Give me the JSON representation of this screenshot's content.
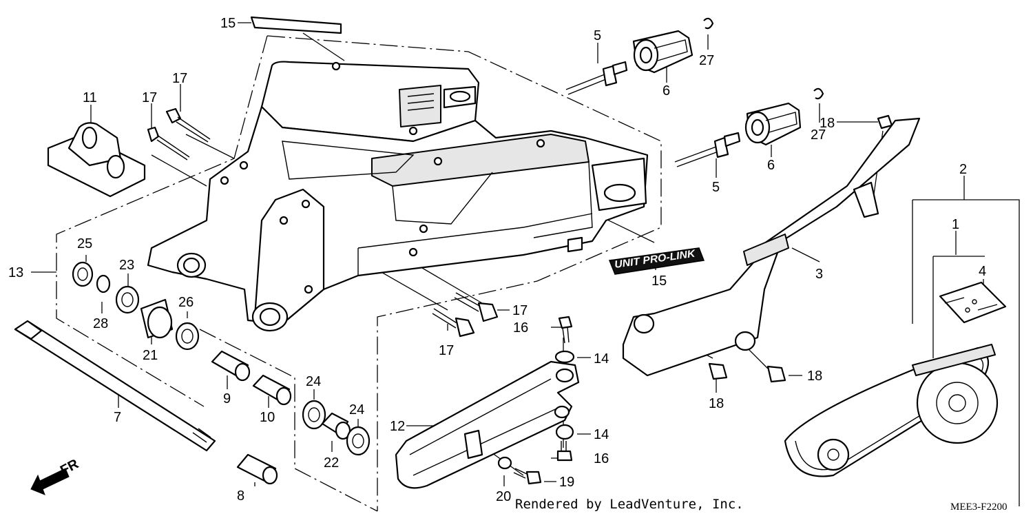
{
  "callouts": [
    {
      "id": "c1",
      "num": "1"
    },
    {
      "id": "c2",
      "num": "2"
    },
    {
      "id": "c3",
      "num": "3"
    },
    {
      "id": "c4",
      "num": "4"
    },
    {
      "id": "c5a",
      "num": "5"
    },
    {
      "id": "c5b",
      "num": "5"
    },
    {
      "id": "c6a",
      "num": "6"
    },
    {
      "id": "c6b",
      "num": "6"
    },
    {
      "id": "c7",
      "num": "7"
    },
    {
      "id": "c8",
      "num": "8"
    },
    {
      "id": "c9",
      "num": "9"
    },
    {
      "id": "c10",
      "num": "10"
    },
    {
      "id": "c11",
      "num": "11"
    },
    {
      "id": "c12",
      "num": "12"
    },
    {
      "id": "c13",
      "num": "13"
    },
    {
      "id": "c14a",
      "num": "14"
    },
    {
      "id": "c14b",
      "num": "14"
    },
    {
      "id": "c15a",
      "num": "15"
    },
    {
      "id": "c15b",
      "num": "15"
    },
    {
      "id": "c16a",
      "num": "16"
    },
    {
      "id": "c16b",
      "num": "16"
    },
    {
      "id": "c17a",
      "num": "17"
    },
    {
      "id": "c17b",
      "num": "17"
    },
    {
      "id": "c17c",
      "num": "17"
    },
    {
      "id": "c17d",
      "num": "17"
    },
    {
      "id": "c18a",
      "num": "18"
    },
    {
      "id": "c18b",
      "num": "18"
    },
    {
      "id": "c18c",
      "num": "18"
    },
    {
      "id": "c19",
      "num": "19"
    },
    {
      "id": "c20",
      "num": "20"
    },
    {
      "id": "c21",
      "num": "21"
    },
    {
      "id": "c22",
      "num": "22"
    },
    {
      "id": "c23",
      "num": "23"
    },
    {
      "id": "c24a",
      "num": "24"
    },
    {
      "id": "c24b",
      "num": "24"
    },
    {
      "id": "c25",
      "num": "25"
    },
    {
      "id": "c26",
      "num": "26"
    },
    {
      "id": "c27a",
      "num": "27"
    },
    {
      "id": "c27b",
      "num": "27"
    },
    {
      "id": "c28",
      "num": "28"
    }
  ],
  "direction_label": "FR",
  "decal_text": "UNIT PRO-LINK",
  "credit": "Rendered by LeadVenture, Inc.",
  "diagram_code": "MEE3-F2200"
}
